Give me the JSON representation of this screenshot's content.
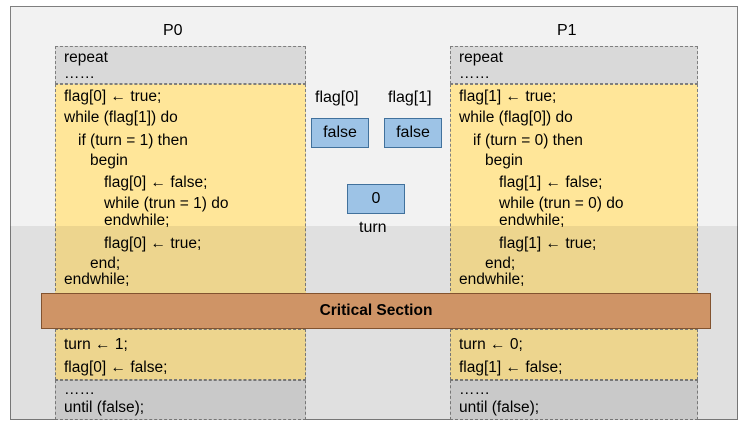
{
  "processes": [
    {
      "name": "P0",
      "entry": [
        "repeat",
        "……"
      ],
      "code": [
        {
          "text": "flag[0] ← true;",
          "indent": 0
        },
        {
          "text": "while (flag[1]) do",
          "indent": 0
        },
        {
          "text": "if (turn = 1) then",
          "indent": 1
        },
        {
          "text": "begin",
          "indent": 2
        },
        {
          "text": "flag[0] ← false;",
          "indent": 3
        },
        {
          "text": "while (trun = 1) do",
          "indent": 3
        },
        {
          "text": "endwhile;",
          "indent": 3
        },
        {
          "text": "flag[0] ← true;",
          "indent": 3
        },
        {
          "text": "end;",
          "indent": 2
        },
        {
          "text": "endwhile;",
          "indent": 0
        }
      ],
      "exit": [
        "turn ← 1;",
        "flag[0] ← false;"
      ],
      "tail": [
        "……",
        "until (false);"
      ]
    },
    {
      "name": "P1",
      "entry": [
        "repeat",
        "……"
      ],
      "code": [
        {
          "text": "flag[1] ← true;",
          "indent": 0
        },
        {
          "text": "while (flag[0]) do",
          "indent": 0
        },
        {
          "text": "if (turn = 0) then",
          "indent": 1
        },
        {
          "text": "begin",
          "indent": 2
        },
        {
          "text": "flag[1] ← false;",
          "indent": 3
        },
        {
          "text": "while (trun = 0) do",
          "indent": 3
        },
        {
          "text": "endwhile;",
          "indent": 3
        },
        {
          "text": "flag[1] ← true;",
          "indent": 3
        },
        {
          "text": "end;",
          "indent": 2
        },
        {
          "text": "endwhile;",
          "indent": 0
        }
      ],
      "exit": [
        "turn ← 0;",
        "flag[1] ← false;"
      ],
      "tail": [
        "……",
        "until (false);"
      ]
    }
  ],
  "shared": {
    "flag0_label": "flag[0]",
    "flag0_value": "false",
    "flag1_label": "flag[1]",
    "flag1_value": "false",
    "turn_value": "0",
    "turn_label": "turn"
  },
  "critical_section": "Critical Section",
  "colors": {
    "code_fill": "#ffe699",
    "section_fill": "#d9d9d9",
    "variable_fill": "#9dc3e6",
    "critical_fill": "#dfa06e"
  }
}
